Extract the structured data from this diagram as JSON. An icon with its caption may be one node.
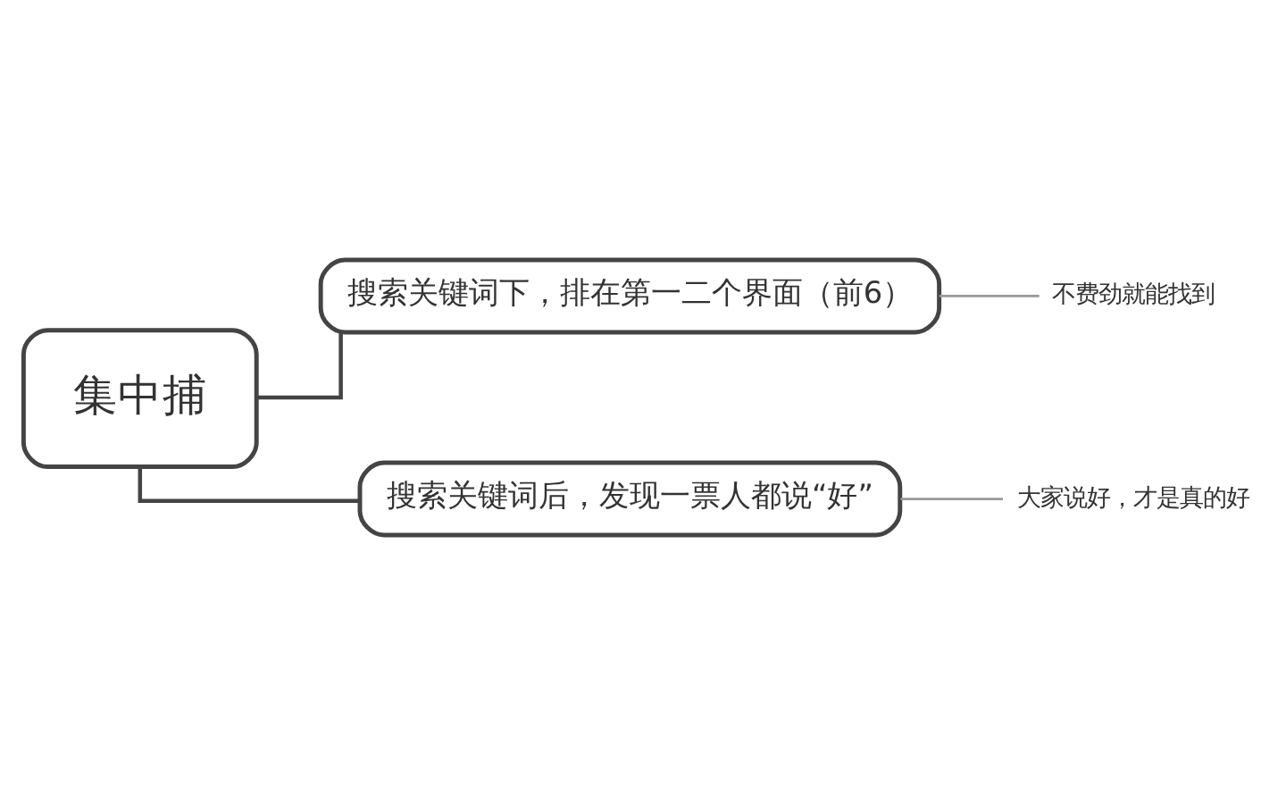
{
  "diagram": {
    "nodes": [
      {
        "text": [
          "集中捕"
        ]
      },
      {
        "text": [
          "搜索关键词下，排在第一二个界面（前6）"
        ]
      },
      {
        "text": [
          "不费劲就能找到"
        ]
      },
      {
        "text": [
          "搜索关键词后，发现一票人都说“好”"
        ]
      },
      {
        "text": [
          "大家说好，才是真的好"
        ]
      }
    ],
    "edges": [
      {
        "from": 0,
        "to": 1,
        "arrow": "none"
      },
      {
        "from": 1,
        "to": 2,
        "arrow": "none",
        "color": "#999999"
      },
      {
        "from": 0,
        "to": 3,
        "arrow": "none"
      },
      {
        "from": 3,
        "to": 4,
        "arrow": "none",
        "color": "#999999"
      }
    ]
  }
}
